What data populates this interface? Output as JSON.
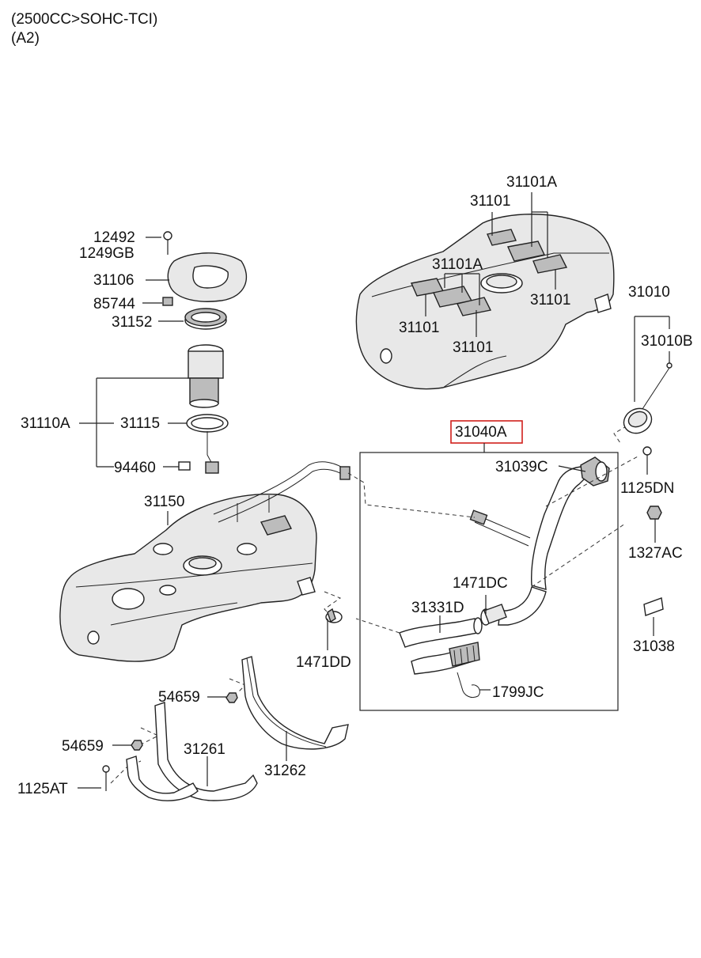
{
  "header": {
    "line1": "(2500CC>SOHC-TCI)",
    "line2": "(A2)"
  },
  "highlight_color": "#d0201c",
  "labels": {
    "p12492": "12492",
    "p1249GB": "1249GB",
    "p31106": "31106",
    "p85744": "85744",
    "p31152": "31152",
    "p31110A": "31110A",
    "p31115": "31115",
    "p94460": "94460",
    "p31150": "31150",
    "p31101A_top": "31101A",
    "p31101_a": "31101",
    "p31101A_mid": "31101A",
    "p31101_b": "31101",
    "p31101_c": "31101",
    "p31101_d": "31101",
    "p31010": "31010",
    "p31010B": "31010B",
    "p31040A": "31040A",
    "p31039C": "31039C",
    "p1125DN": "1125DN",
    "p1327AC": "1327AC",
    "p1471DC": "1471DC",
    "p31331D": "31331D",
    "p1471DD": "1471DD",
    "p31038": "31038",
    "p1799JC": "1799JC",
    "p54659_a": "54659",
    "p54659_b": "54659",
    "p31261": "31261",
    "p31262": "31262",
    "p1125AT": "1125AT"
  }
}
